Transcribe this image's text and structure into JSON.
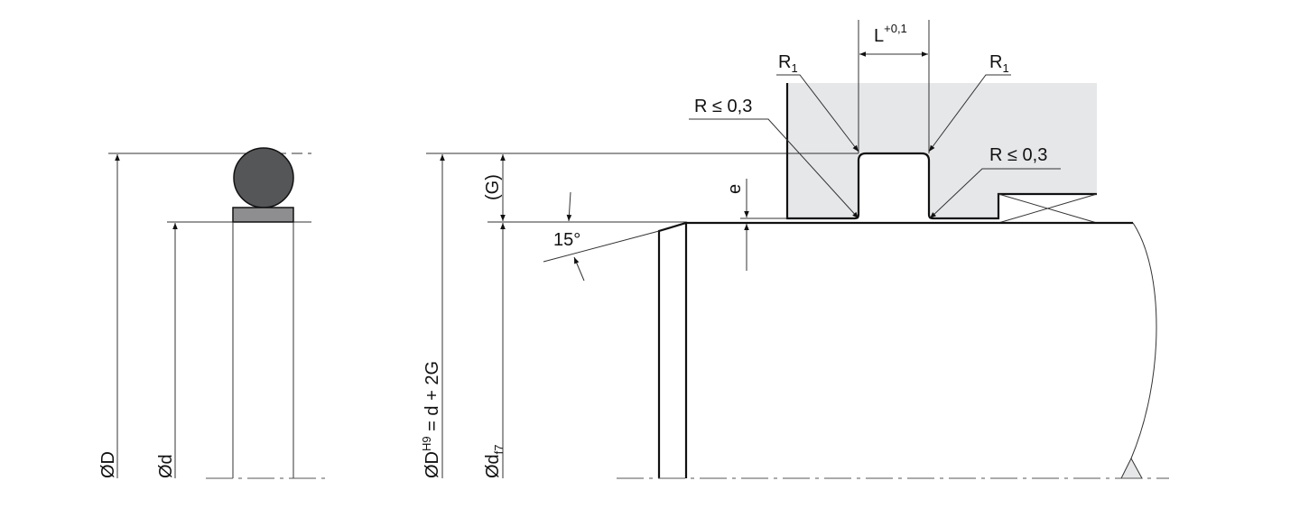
{
  "left_view": {
    "label_D": "ØD",
    "label_d": "Ød"
  },
  "right_view": {
    "label_DH9": "ØD",
    "label_DH9_sup": "H9",
    "label_DH9_rest": " = d + 2G",
    "label_df7": "Ød",
    "label_df7_sub": "f7",
    "label_G": "(G)",
    "label_angle": "15°",
    "label_e": "e",
    "label_L": "L",
    "label_L_tol": "+0,1",
    "label_R1_left": "R",
    "label_R1_left_sub": "1",
    "label_R1_right": "R",
    "label_R1_right_sub": "1",
    "label_R03_left": "R ≤ 0,3",
    "label_R03_right": "R ≤ 0,3"
  },
  "colors": {
    "oring": "#555658",
    "backup_ring": "#8e8e90",
    "housing": "#e6e7e8"
  }
}
